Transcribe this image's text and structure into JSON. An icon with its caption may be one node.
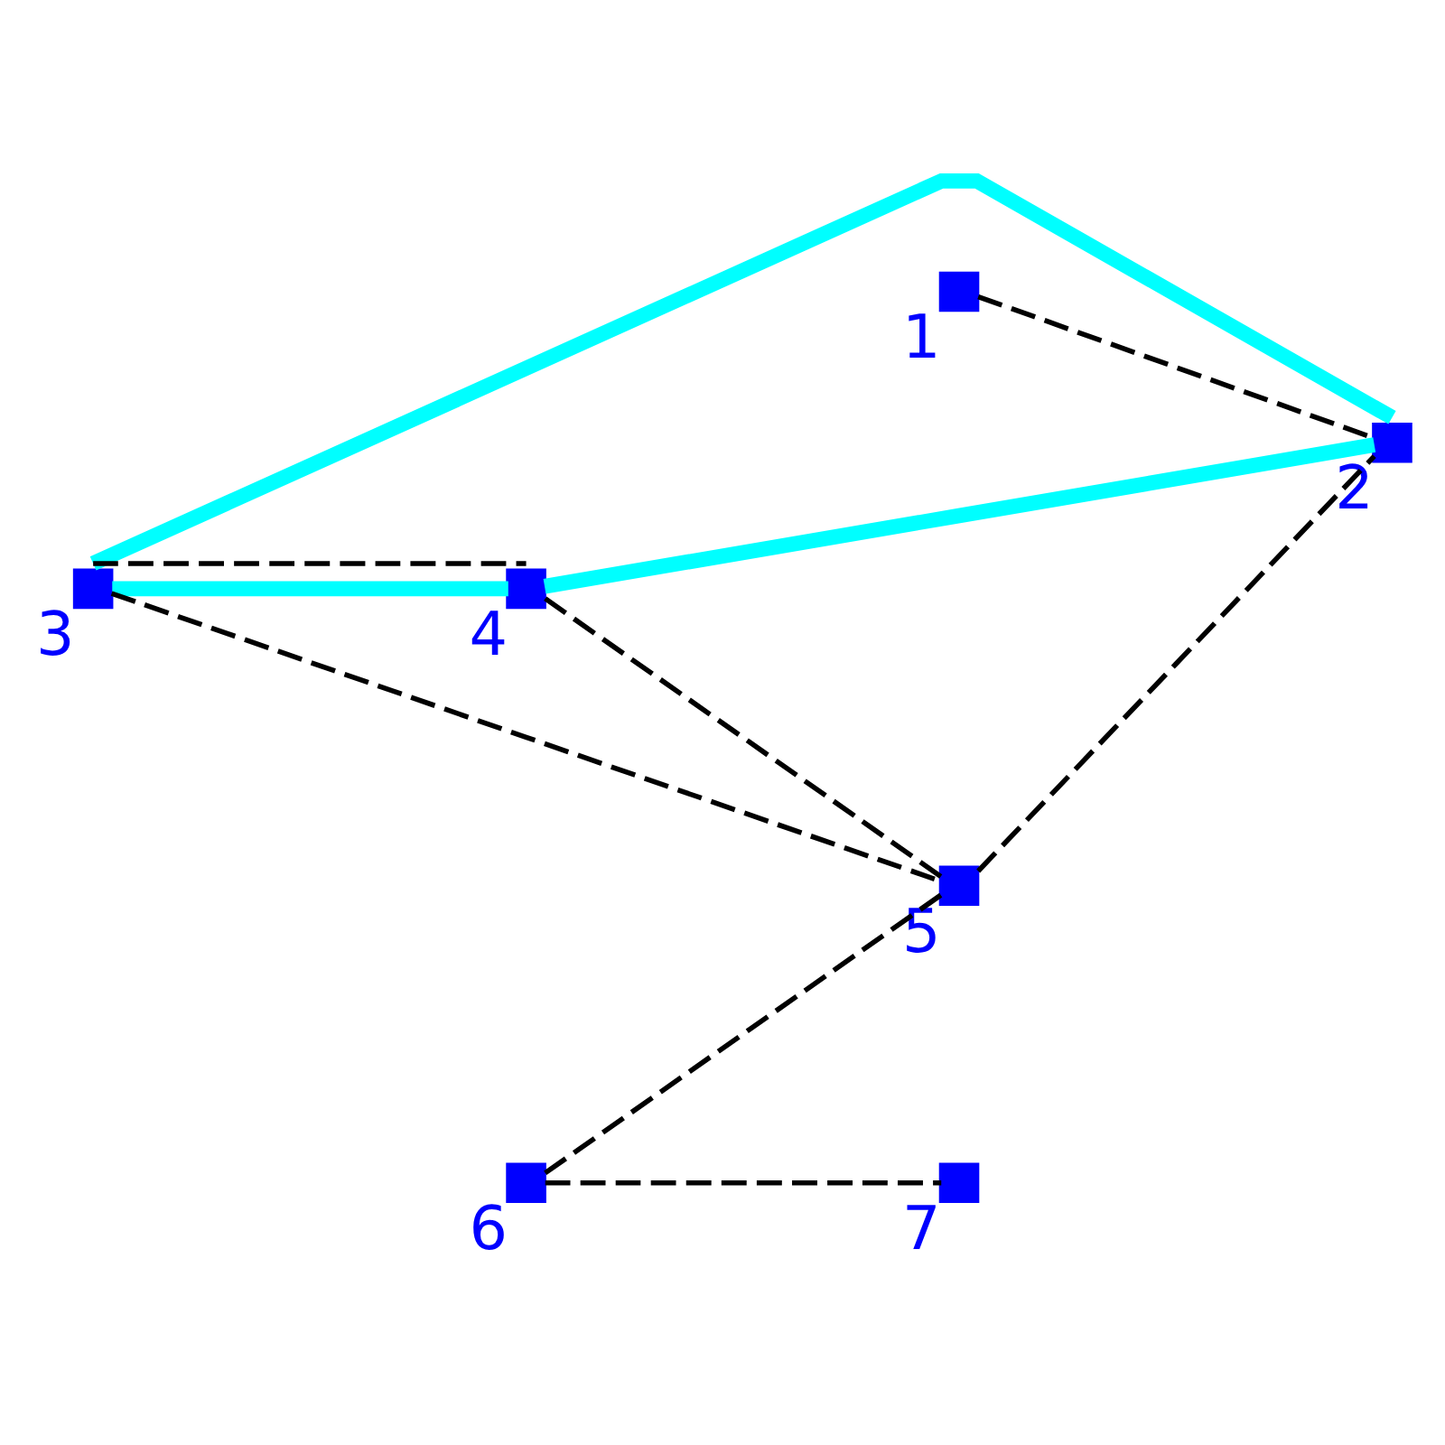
{
  "diagram": {
    "nodes": [
      {
        "text": [],
        "shape": "box",
        "beside": [
          "1"
        ]
      },
      {
        "text": [],
        "shape": "box",
        "beside": [
          "2"
        ]
      },
      {
        "text": [],
        "shape": "box",
        "beside": [
          "3"
        ]
      },
      {
        "text": [],
        "shape": "box",
        "beside": [
          "4"
        ]
      },
      {
        "text": [],
        "shape": "box",
        "beside": [
          "5"
        ]
      },
      {
        "text": [],
        "shape": "box",
        "beside": [
          "6"
        ]
      },
      {
        "text": [],
        "shape": "box",
        "beside": [
          "7"
        ]
      }
    ],
    "edges": [
      {
        "from": 2,
        "to": 1,
        "arrow": "none",
        "style": "thick",
        "color": "#00ffff"
      },
      {
        "from": 2,
        "to": 3,
        "arrow": "none",
        "style": "thick",
        "color": "#00ffff"
      },
      {
        "from": 3,
        "to": 1,
        "arrow": "none",
        "style": "thick",
        "color": "#00ffff"
      },
      {
        "from": 2,
        "to": 4,
        "arrow": "none",
        "style": "dashed"
      },
      {
        "from": 4,
        "to": 1,
        "arrow": "none",
        "style": "dashed"
      },
      {
        "from": 2,
        "to": 3,
        "arrow": "none",
        "style": "dashed"
      },
      {
        "from": 0,
        "to": 1,
        "arrow": "none",
        "style": "dashed"
      },
      {
        "from": 5,
        "to": 4,
        "arrow": "none",
        "style": "dashed"
      },
      {
        "from": 5,
        "to": 6,
        "arrow": "none",
        "style": "dashed"
      },
      {
        "from": 3,
        "to": 4,
        "arrow": "none",
        "style": "dashed"
      }
    ]
  }
}
